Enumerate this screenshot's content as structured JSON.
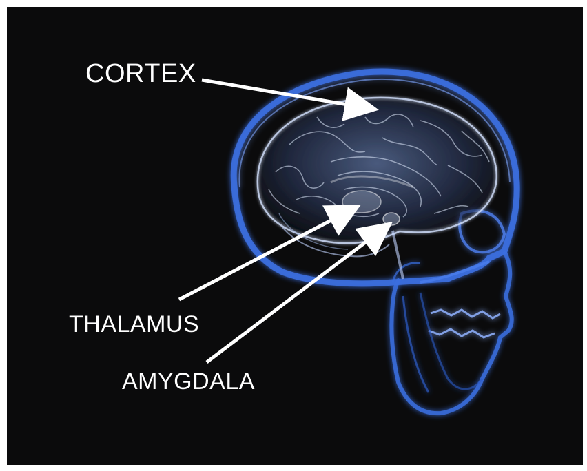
{
  "labels": {
    "cortex": "CORTEX",
    "thalamus": "THALAMUS",
    "amygdala": "AMYGDALA"
  },
  "colors": {
    "background": "#0b0b0c",
    "skull_glow": "#3b6fe0",
    "brain_glow": "#cfe0ff",
    "arrow": "#ffffff",
    "text": "#ffffff"
  }
}
